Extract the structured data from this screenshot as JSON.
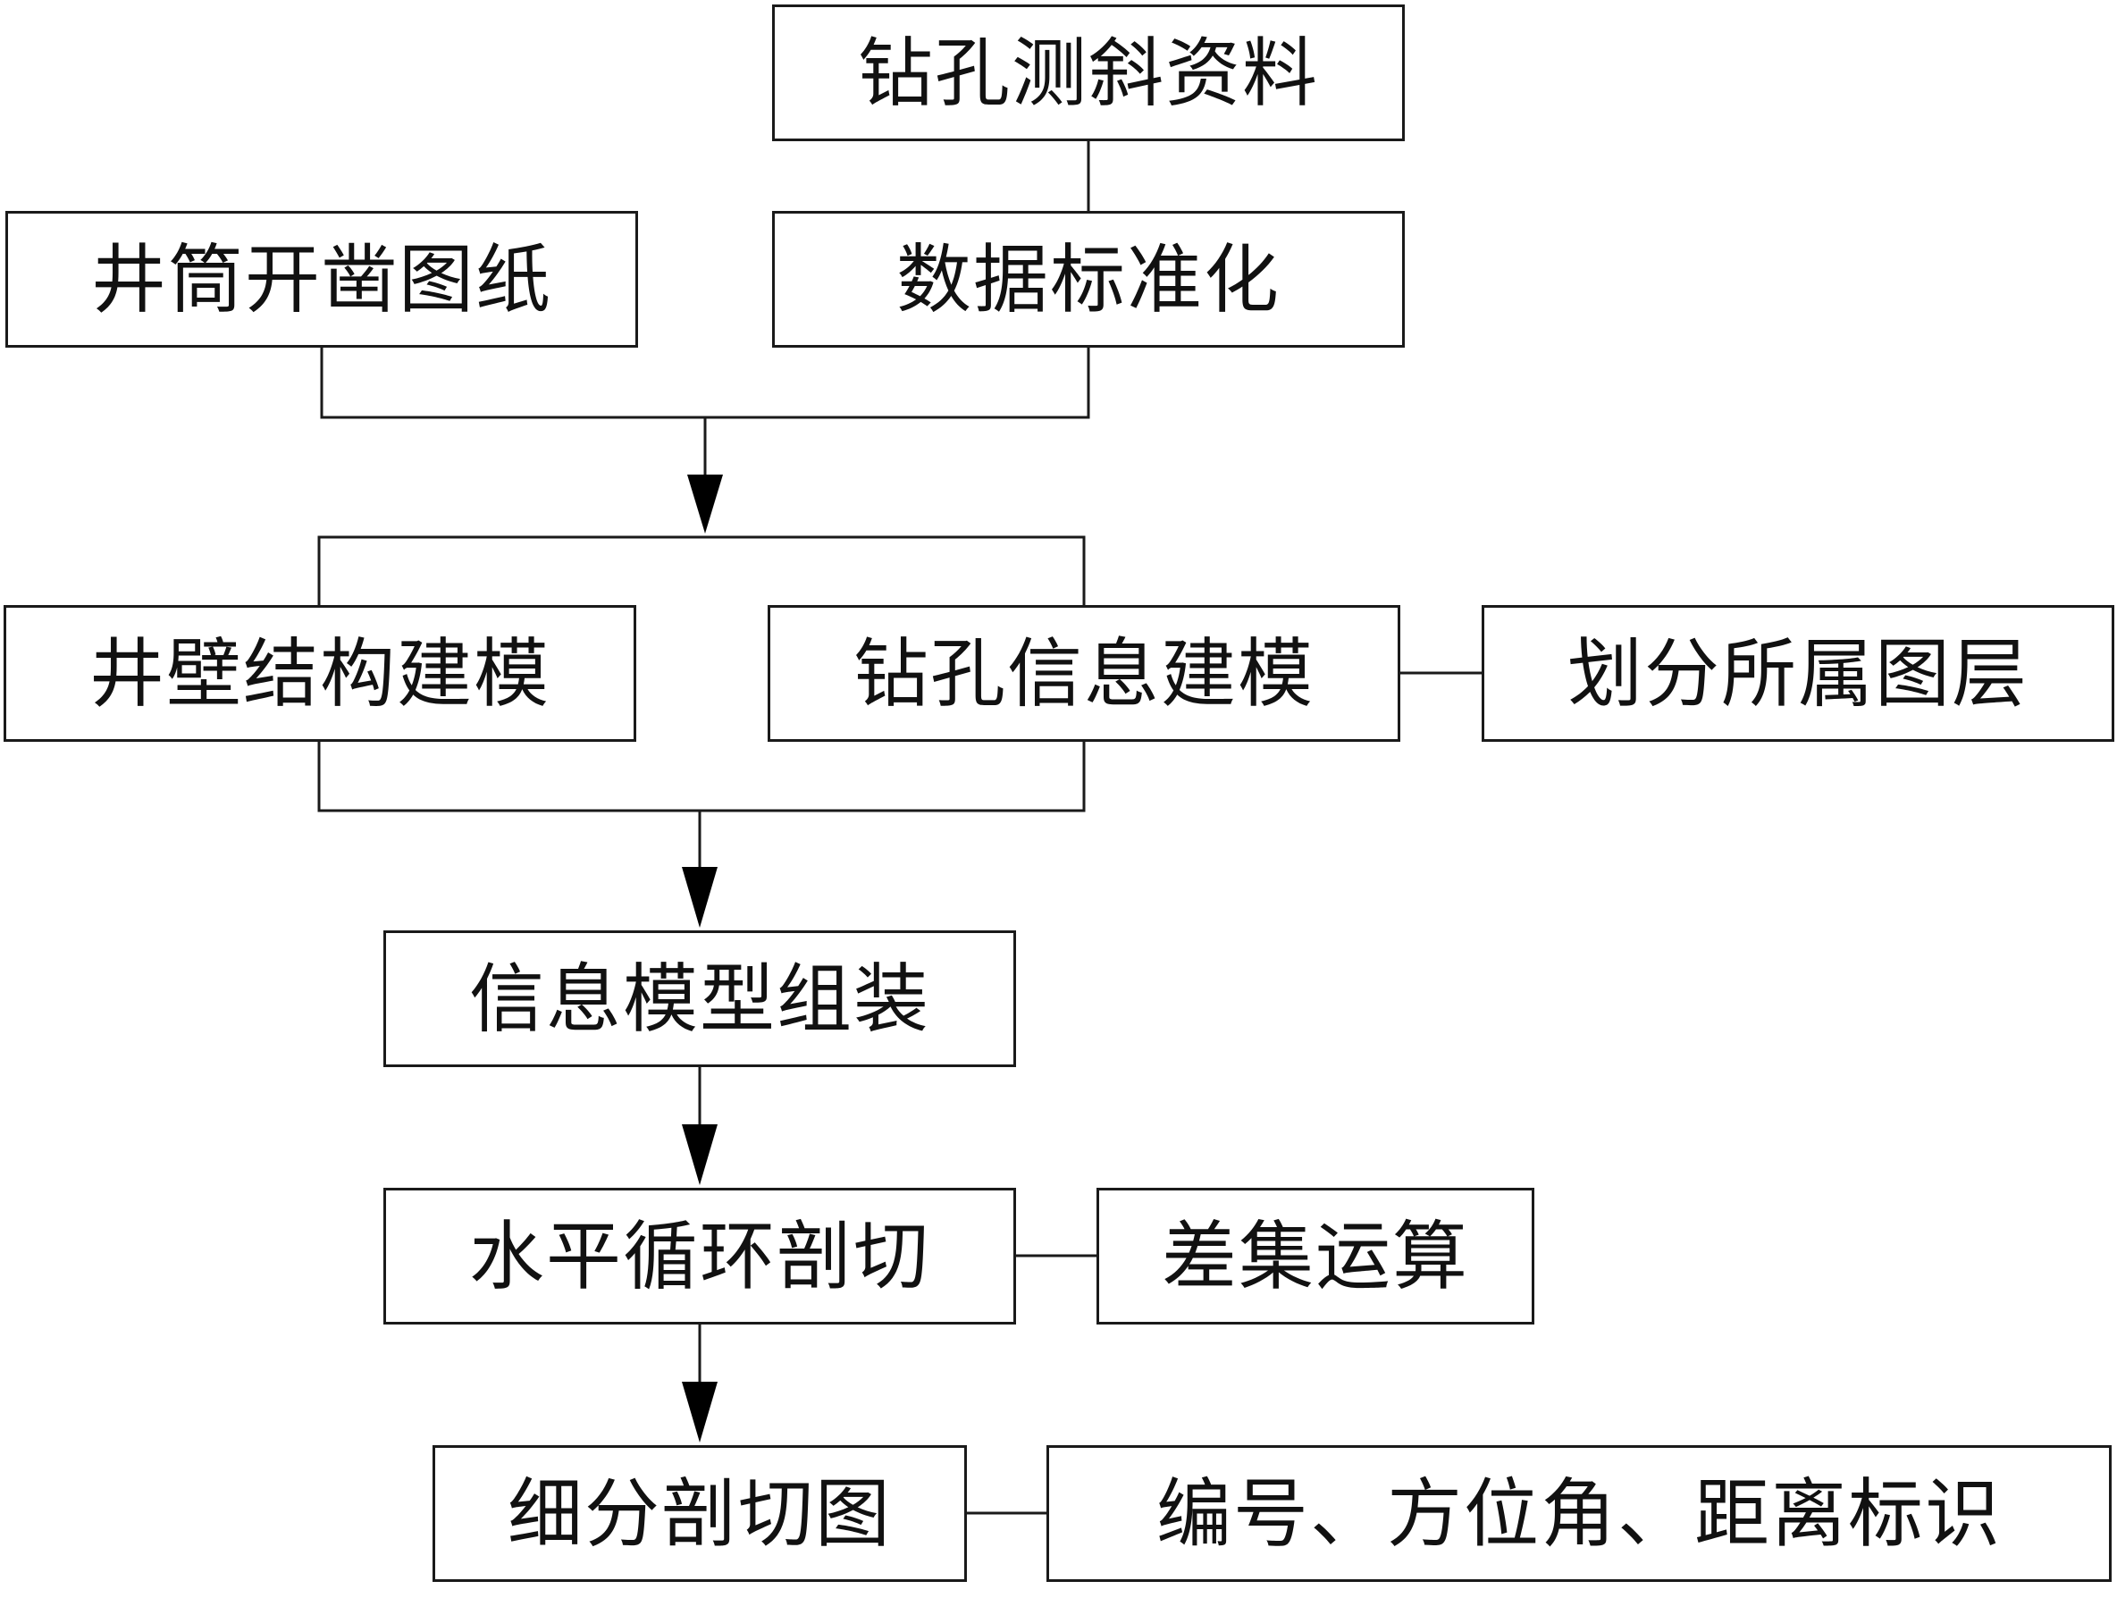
{
  "colors": {
    "line": "#1a1a1a",
    "text": "#111111",
    "background": "#ffffff"
  },
  "nodes": {
    "borehole_data": "钻孔测斜资料",
    "shaft_drawing": "井筒开凿图纸",
    "standardize": "数据标准化",
    "wall_model": "井壁结构建模",
    "borehole_model": "钻孔信息建模",
    "layer_divide": "划分所属图层",
    "assemble": "信息模型组装",
    "slice": "水平循环剖切",
    "diff_op": "差集运算",
    "section": "细分剖切图",
    "labels": "编号、方位角、距离标识"
  }
}
